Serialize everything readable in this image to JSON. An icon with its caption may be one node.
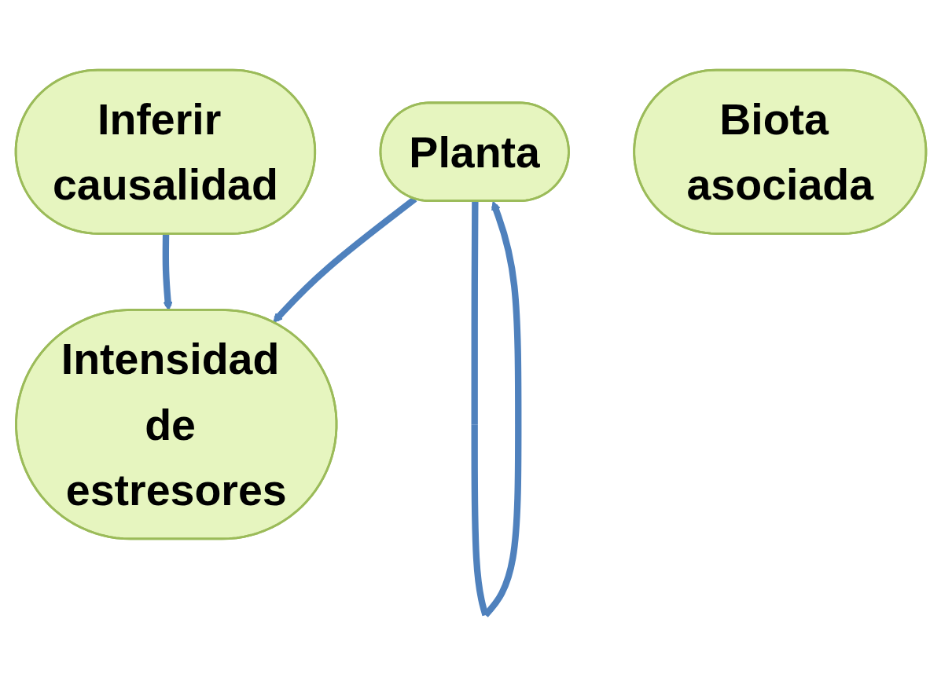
{
  "diagram": {
    "nodes": [
      {
        "text": [
          "Inferir causalidad"
        ]
      },
      {
        "text": [
          "Intensidad de estresores"
        ]
      },
      {
        "text": [
          "Planta"
        ]
      },
      {
        "text": [
          "Biota asociada"
        ]
      }
    ],
    "edges": [
      {
        "from": 0,
        "to": 1,
        "arrow": "to"
      },
      {
        "from": 2,
        "to": 1,
        "arrow": "to"
      },
      {
        "from": 2,
        "to": 2,
        "arrow": "to"
      }
    ]
  }
}
